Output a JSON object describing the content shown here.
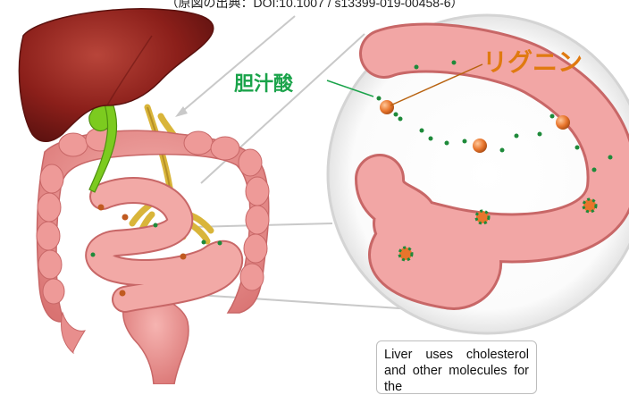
{
  "source_note": "（原図の出典：DOI:10.1007 / s13399-019-00458-6）",
  "labels": {
    "bile_acid": "胆汁酸",
    "lignin": "リグニン"
  },
  "caption": "Liver uses cholesterol and other molecules for the",
  "colors": {
    "liver": "#8b1f1a",
    "gallbladder": "#7ccb1f",
    "intestine": "#ec8f8f",
    "bile_label": "#1aa34a",
    "lignin_label": "#e07a10",
    "lignin_particle": "#e8752c",
    "bile_particle": "#1e8a3a",
    "vessels": "#d9b53a"
  }
}
